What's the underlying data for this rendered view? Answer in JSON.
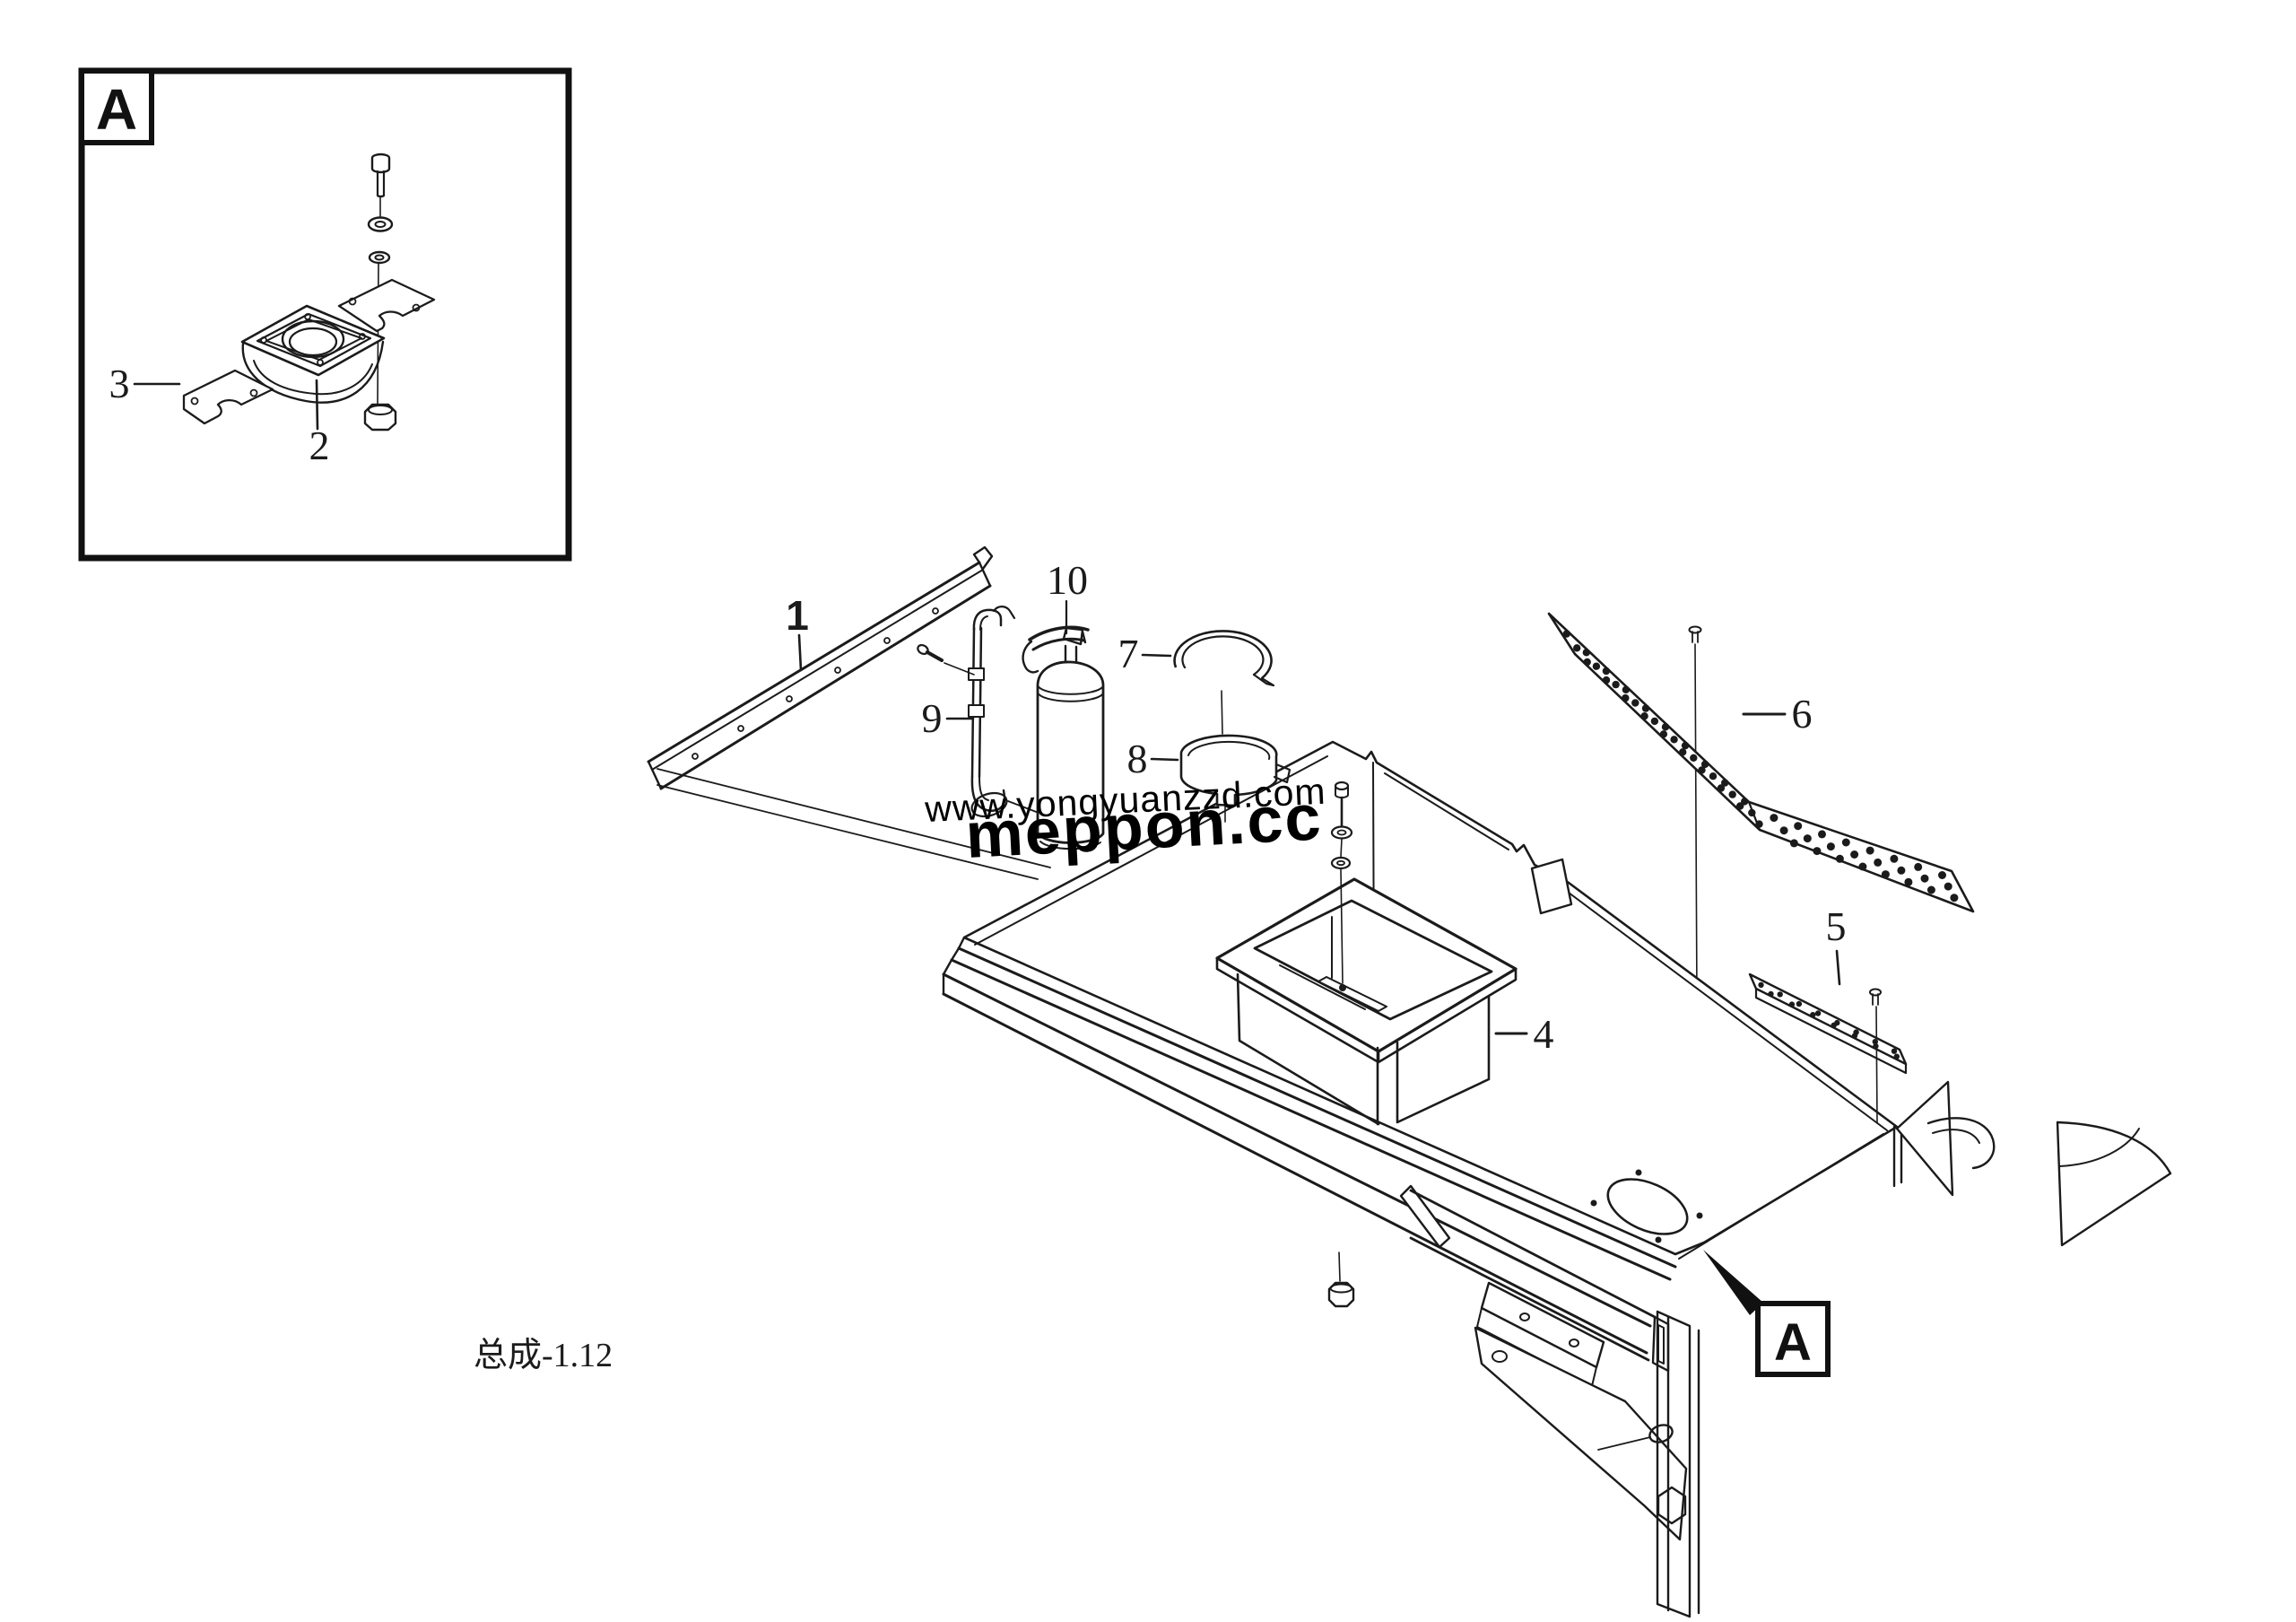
{
  "page": {
    "background": "#ffffff"
  },
  "colors": {
    "line": "#1b1b1b",
    "watermark_blue": "#2878c8",
    "watermark_outline_stroke": "#8c8c8c",
    "watermark_outline_fill": "#ffffff",
    "callout_fill": "#111111"
  },
  "labels": {
    "p1": "1",
    "p2": "2",
    "p3": "3",
    "p4": "4",
    "p5": "5",
    "p6": "6",
    "p7": "7",
    "p8": "8",
    "p9": "9",
    "p10": "10",
    "detail_view": "A",
    "callout": "A"
  },
  "caption": "总成-1.12",
  "watermarks": {
    "blue_url": "www.yongyuanzzd.com",
    "outline_brand": "meppon.cc"
  },
  "diagram": {
    "type": "exploded-parts-diagram",
    "detail_view_parts": [
      "2",
      "3"
    ],
    "main_view_parts": [
      "1",
      "4",
      "5",
      "6",
      "7",
      "8",
      "9",
      "10"
    ],
    "detail_view_contents": [
      "hex-bolt",
      "washer",
      "lock-washer",
      "cover-plate",
      "c-bracket-front",
      "c-bracket-rear",
      "hex-nut"
    ]
  }
}
